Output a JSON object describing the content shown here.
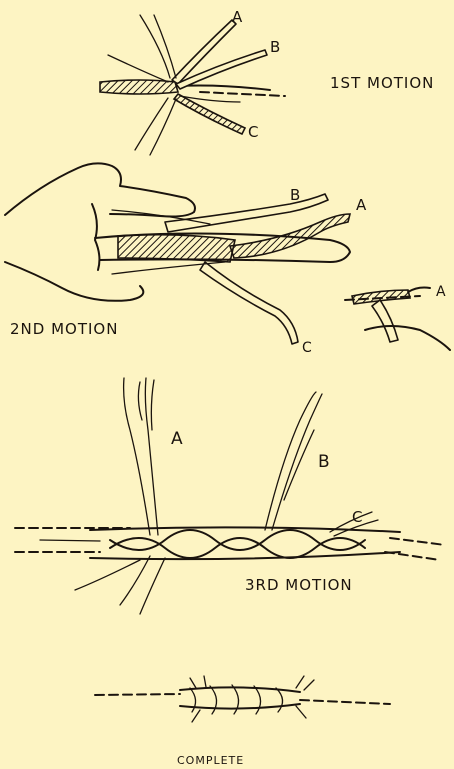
{
  "background": "#fdf4c3",
  "ink": "#1b140e",
  "steps": [
    {
      "label": "1ST MOTION",
      "strand_letters": [
        "A",
        "B",
        "C"
      ]
    },
    {
      "label": "2ND MOTION",
      "strand_letters": [
        "B",
        "A",
        "C"
      ],
      "inset_letter": "A"
    },
    {
      "label": "3RD MOTION",
      "strand_letters": [
        "A",
        "B",
        "C"
      ]
    },
    {
      "label": "COMPLETE"
    }
  ]
}
